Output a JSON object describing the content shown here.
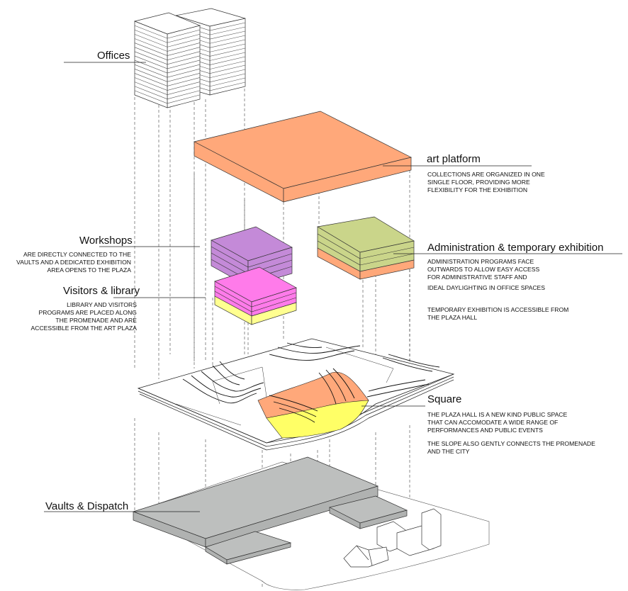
{
  "colors": {
    "art_platform": "#FFA87A",
    "workshops": "#C48AD8",
    "visitors": "#FF7BEA",
    "visitors_base": "#FFFF90",
    "administration": "#CAD58A",
    "admin_base": "#FFA87A",
    "square_orange": "#FFA87A",
    "square_yellow": "#FFFF66",
    "vaults": "#BDBFBE",
    "lines": "#333333"
  },
  "labels": {
    "offices": {
      "title": "Offices"
    },
    "art_platform": {
      "title": "art platform",
      "description": [
        "COLLECTIONS ARE ORGANIZED IN ONE",
        "SINGLE FLOOR, PROVIDING MORE",
        "FLEXIBILITY FOR THE EXHIBITION"
      ]
    },
    "workshops": {
      "title": "Workshops",
      "description": [
        "ARE DIRECTLY CONNECTED TO THE",
        "VAULTS AND A DEDICATED EXHIBITION",
        "AREA OPENS TO THE PLAZA"
      ]
    },
    "visitors": {
      "title": "Visitors & library",
      "description": [
        "LIBRARY AND VISITORS",
        "PROGRAMS ARE PLACED ALONG",
        "THE PROMENADE AND ARE",
        "ACCESSIBLE FROM THE ART PLAZA"
      ]
    },
    "administration": {
      "title": "Administration & temporary exhibition",
      "description": [
        "ADMINISTRATION PROGRAMS FACE",
        "OUTWARDS TO ALLOW EASY ACCESS",
        "FOR ADMINISTRATIVE STAFF AND",
        "IDEAL DAYLIGHTING IN OFFICE SPACES"
      ],
      "description2": [
        "TEMPORARY EXHIBITION IS ACCESSIBLE FROM",
        "THE PLAZA HALL"
      ]
    },
    "square": {
      "title": "Square",
      "description": [
        "THE PLAZA HALL IS A NEW KIND PUBLIC SPACE",
        "THAT CAN ACCOMODATE A WIDE RANGE OF",
        "PERFORMANCES AND PUBLIC EVENTS"
      ],
      "description2": [
        "THE SLOPE ALSO GENTLY CONNECTS THE PROMENADE",
        "AND THE CITY"
      ]
    },
    "vaults": {
      "title": "Vaults & Dispatch"
    }
  }
}
